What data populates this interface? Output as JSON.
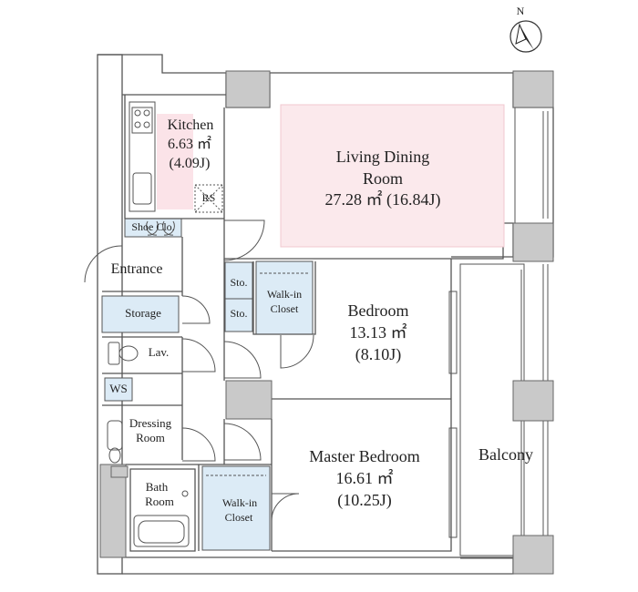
{
  "compass": {
    "north_label": "N"
  },
  "rooms": {
    "kitchen": {
      "name": "Kitchen",
      "area": "6.63 ㎡",
      "tatami": "(4.09J)"
    },
    "rs": {
      "name": "RS"
    },
    "living": {
      "name_line1": "Living Dining",
      "name_line2": "Room",
      "area": "27.28 ㎡ (16.84J)"
    },
    "shoe": {
      "name": "Shoe Clo."
    },
    "entrance": {
      "name": "Entrance"
    },
    "storage": {
      "name": "Storage"
    },
    "sto1": {
      "name": "Sto."
    },
    "sto2": {
      "name": "Sto."
    },
    "walkin1": {
      "line1": "Walk-in",
      "line2": "Closet"
    },
    "bedroom": {
      "name": "Bedroom",
      "area": "13.13 ㎡",
      "tatami": "(8.10J)"
    },
    "lav": {
      "name": "Lav."
    },
    "ws": {
      "name": "WS"
    },
    "dressing": {
      "line1": "Dressing",
      "line2": "Room"
    },
    "bath": {
      "line1": "Bath",
      "line2": "Room"
    },
    "walkin2": {
      "line1": "Walk-in",
      "line2": "Closet"
    },
    "master": {
      "name": "Master Bedroom",
      "area": "16.61 ㎡",
      "tatami": "(10.25J)"
    },
    "balcony": {
      "name": "Balcony"
    }
  },
  "colors": {
    "wall": "#c9c9c9",
    "wall_stroke": "#555555",
    "living_fill": "#fbe9ec",
    "kitchen_fill": "#fbe3e8",
    "closet_fill": "#dcebf6",
    "line": "#444444"
  }
}
